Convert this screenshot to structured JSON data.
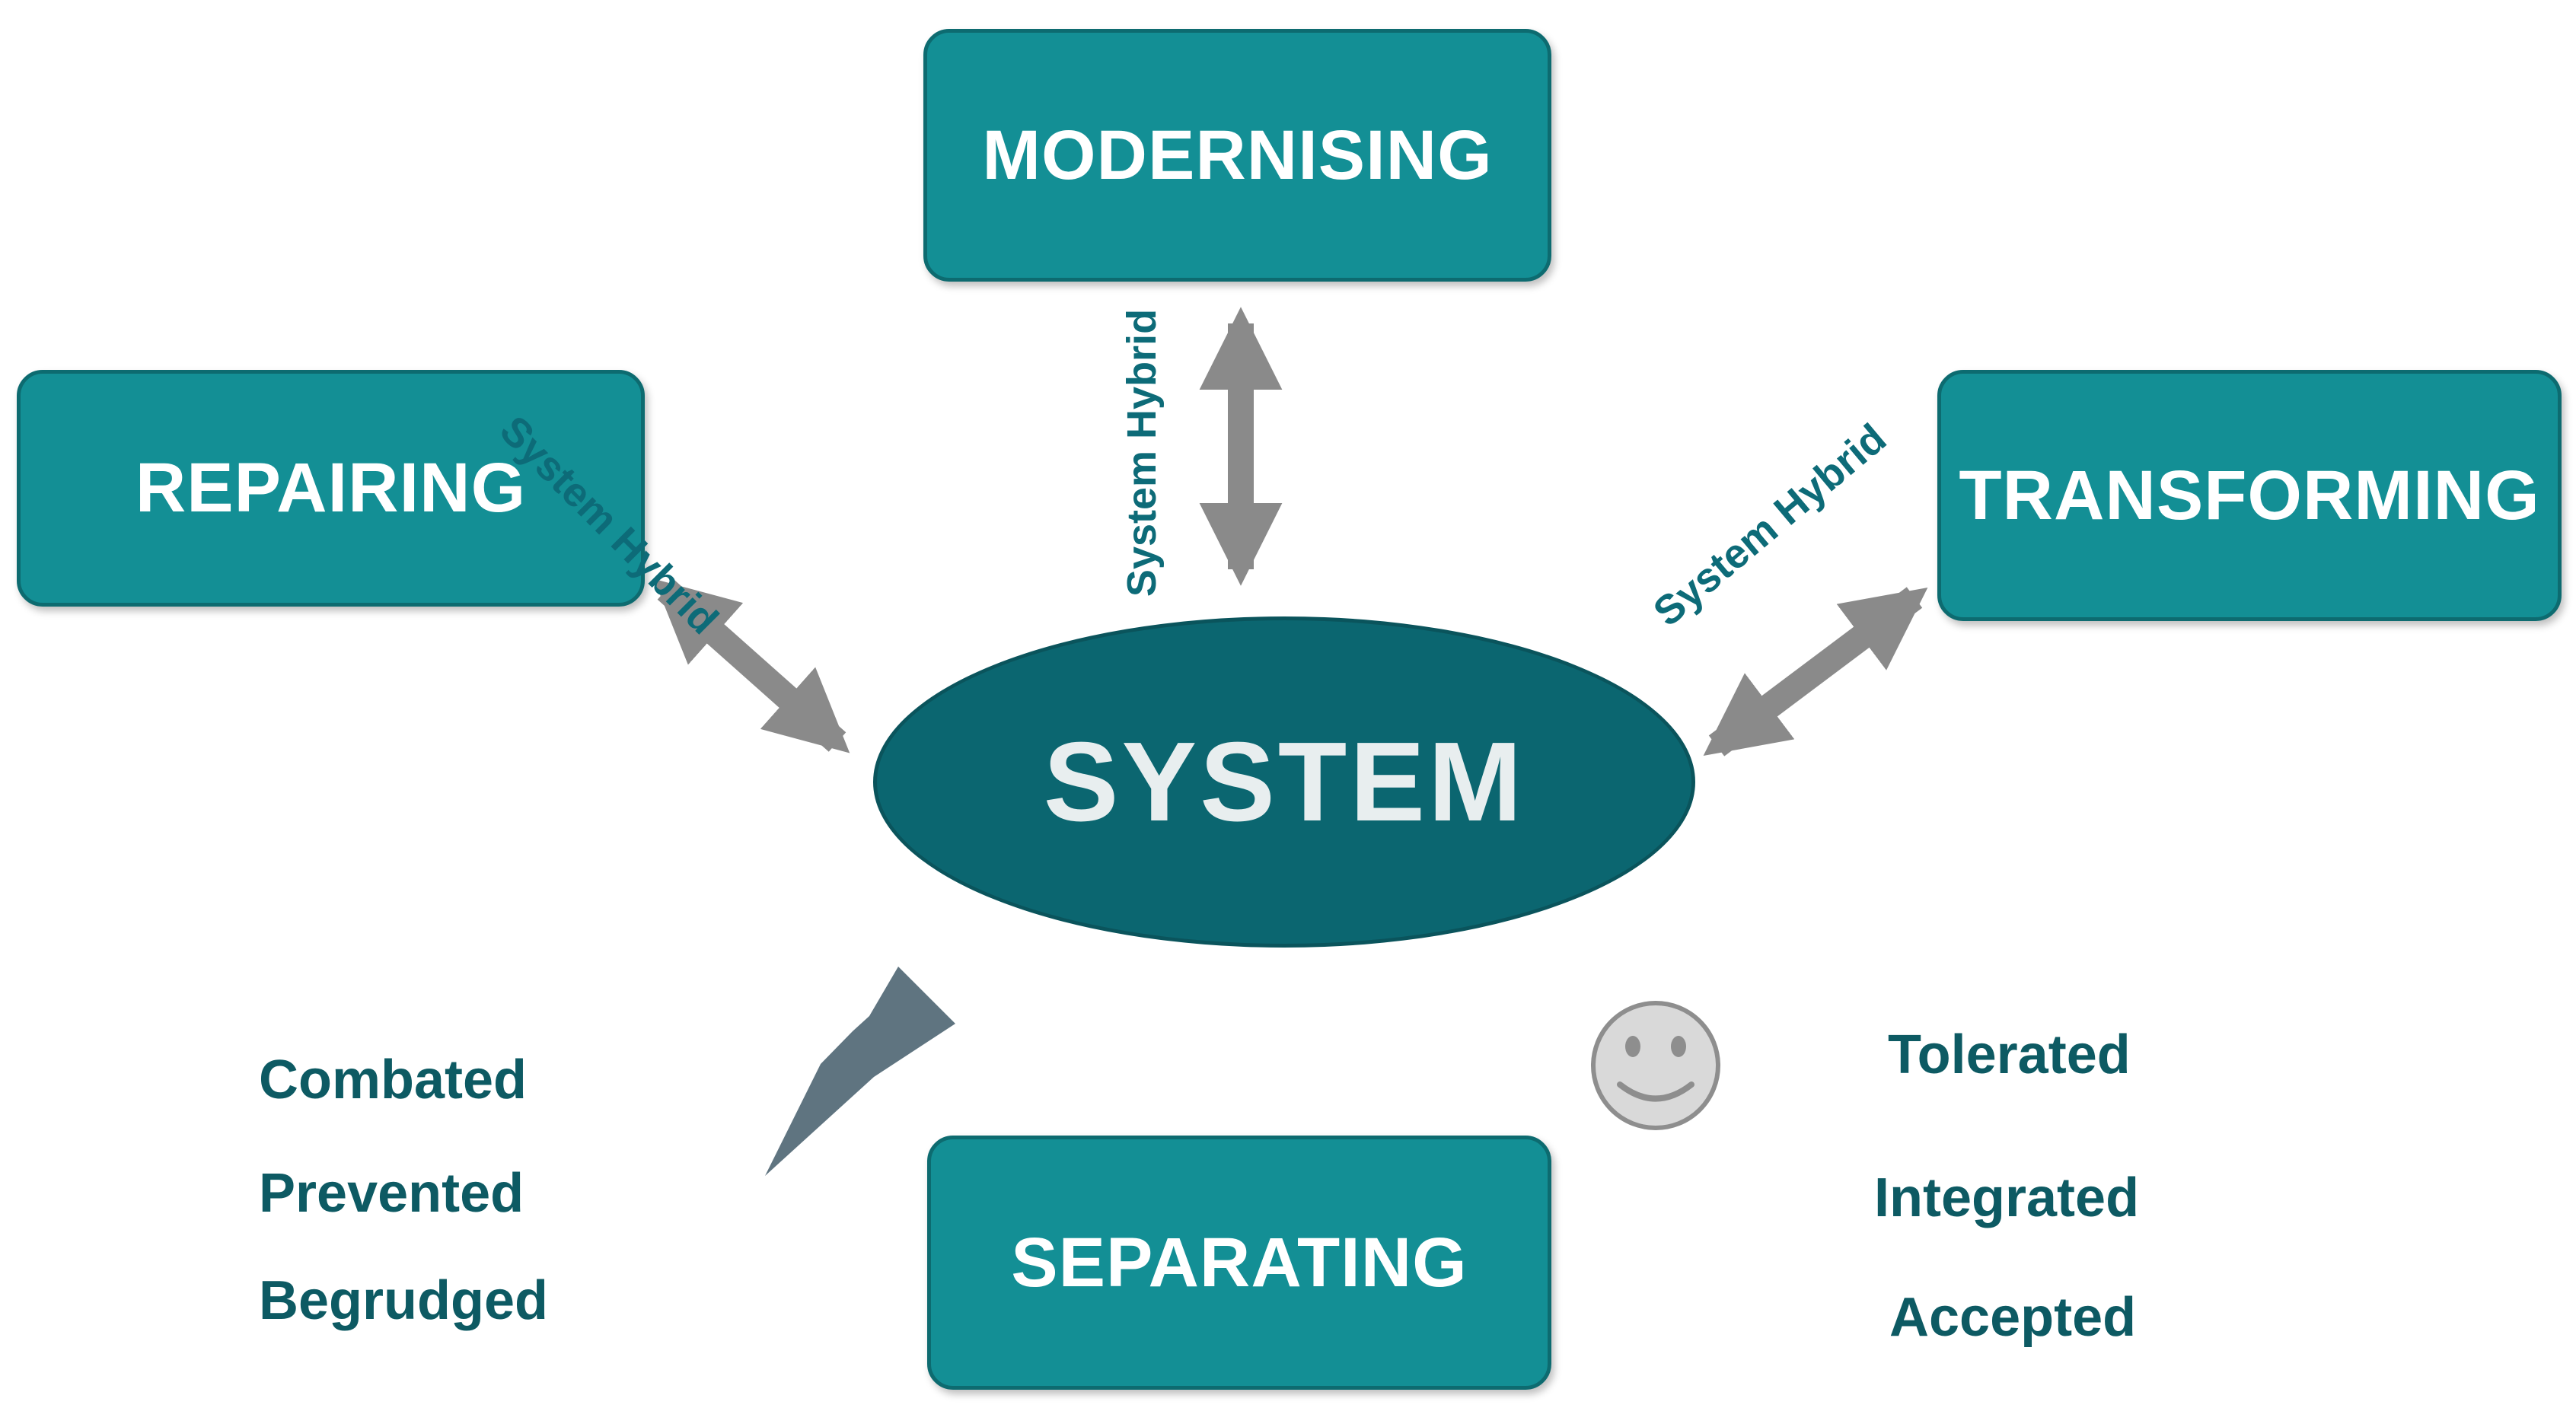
{
  "center": {
    "label": "SYSTEM"
  },
  "boxes": {
    "modernising": "MODERNISING",
    "repairing": "REPAIRING",
    "transforming": "TRANSFORMING",
    "separating": "SEPARATING"
  },
  "connector_labels": {
    "left": "System Hybrid",
    "top": "System Hybrid",
    "right": "System Hybrid"
  },
  "left_words": [
    "Combated",
    "Prevented",
    "Begrudged"
  ],
  "right_words": [
    "Tolerated",
    "Integrated",
    "Accepted"
  ],
  "icons": {
    "lightning": "lightning-bolt-icon",
    "smiley": "smiley-face-icon",
    "arrows": "double-headed-arrow-icon"
  },
  "colors": {
    "box_fill": "#138f95",
    "box_border": "#0d6b70",
    "ellipse_fill": "#0b6670",
    "arrow": "#8a8a8a",
    "text_dark_teal": "#0d5a63",
    "lightning": "#5f7480",
    "smiley_fill": "#d9d9d9"
  }
}
